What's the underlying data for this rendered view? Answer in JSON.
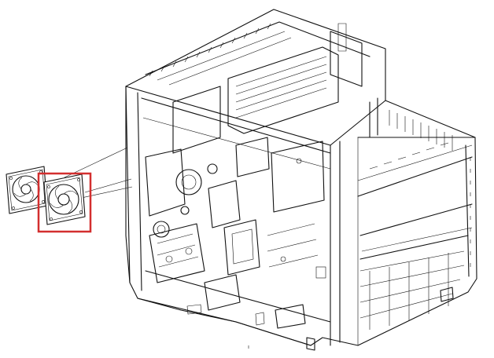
{
  "diagram": {
    "background": "#ffffff",
    "line_color": "#111111",
    "highlight_color": "#d32f2f",
    "components": [
      {
        "name": "machine-frame"
      },
      {
        "name": "cooling-fan-rear"
      },
      {
        "name": "cooling-fan-front",
        "highlighted": true
      }
    ]
  }
}
